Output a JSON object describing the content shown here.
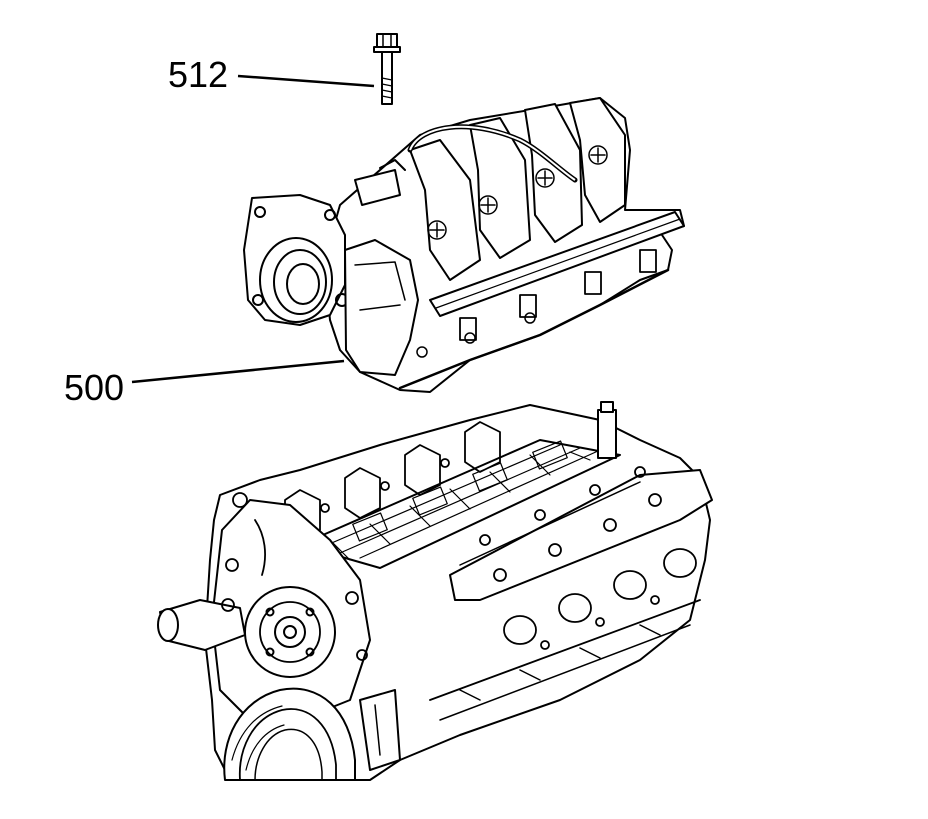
{
  "callouts": [
    {
      "id": "512",
      "label": "512",
      "part": "bolt"
    },
    {
      "id": "500",
      "label": "500",
      "part": "intake-manifold"
    }
  ],
  "colors": {
    "ink": "#000000",
    "background": "#ffffff"
  }
}
